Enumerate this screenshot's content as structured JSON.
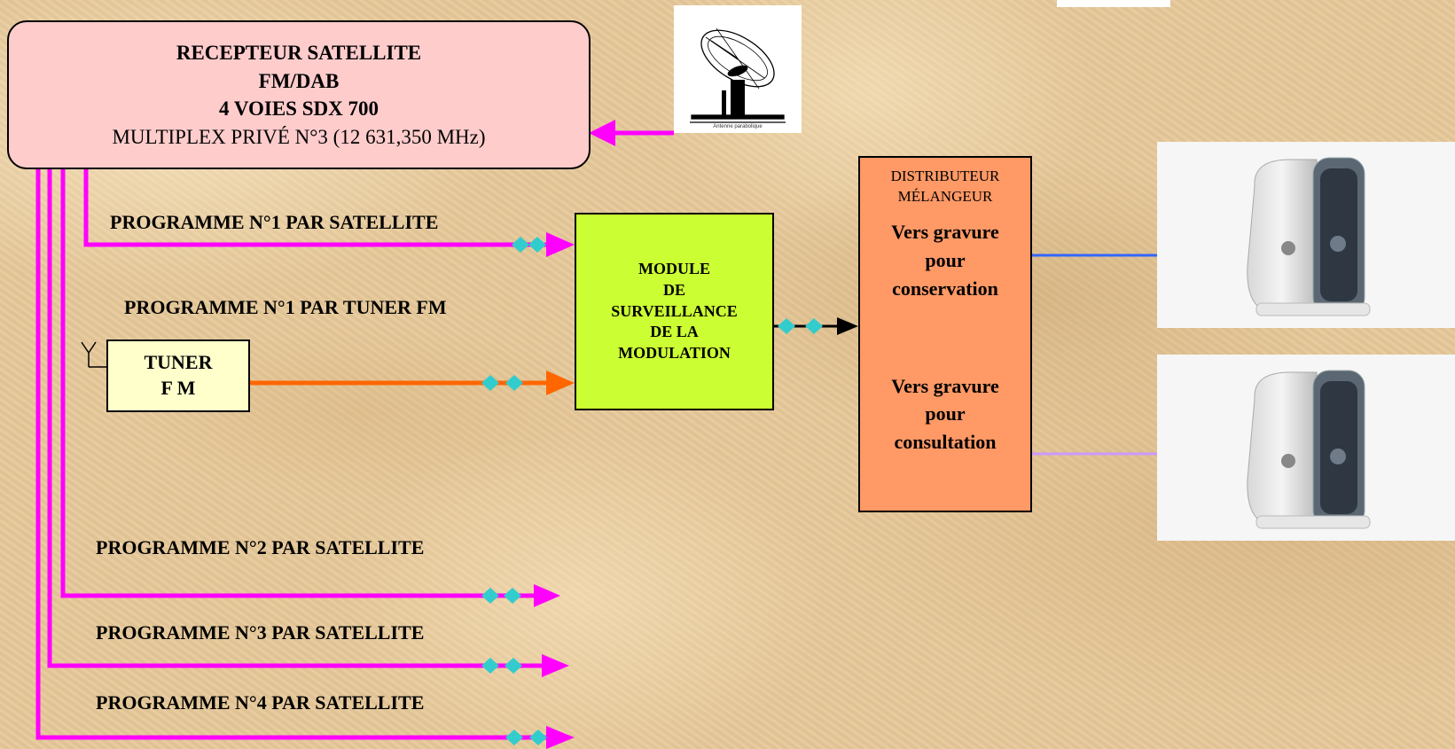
{
  "receiver": {
    "line1": "RECEPTEUR SATELLITE",
    "line2": "FM/DAB",
    "line3": "4 VOIES SDX 700",
    "line4": "MULTIPLEX PRIVÉ N°3 (12 631,350 MHz)"
  },
  "dish": {
    "caption": "Antenne parabolique"
  },
  "tuner": {
    "line1": "TUNER",
    "line2": "F M"
  },
  "module": {
    "line1": "MODULE",
    "line2": "DE",
    "line3": "SURVEILLANCE",
    "line4": "DE LA",
    "line5": "MODULATION"
  },
  "distributor": {
    "title1": "DISTRIBUTEUR",
    "title2": "MÉLANGEUR",
    "out1": [
      "Vers gravure",
      "pour",
      "conservation"
    ],
    "out2": [
      "Vers gravure",
      "pour",
      "consultation"
    ]
  },
  "labels": {
    "prog1_sat": "PROGRAMME N°1 PAR SATELLITE",
    "prog1_fm": "PROGRAMME N°1 PAR TUNER FM",
    "prog2_sat": "PROGRAMME N°2 PAR SATELLITE",
    "prog3_sat": "PROGRAMME N°3 PAR SATELLITE",
    "prog4_sat": "PROGRAMME N°4 PAR SATELLITE"
  },
  "colors": {
    "magenta_line": "#ff00ff",
    "orange_line": "#ff6600",
    "blue_line": "#3366ff",
    "lavender_line": "#cc99ff",
    "connector": "#33cccc",
    "receiver_fill": "#ffcccc",
    "tuner_fill": "#ffffcc",
    "module_fill": "#ccff33",
    "distributor_fill": "#ff9966"
  },
  "icons": {
    "dish": "satellite-dish-icon",
    "antenna": "antenna-icon",
    "computer": "desktop-computer-icon"
  }
}
